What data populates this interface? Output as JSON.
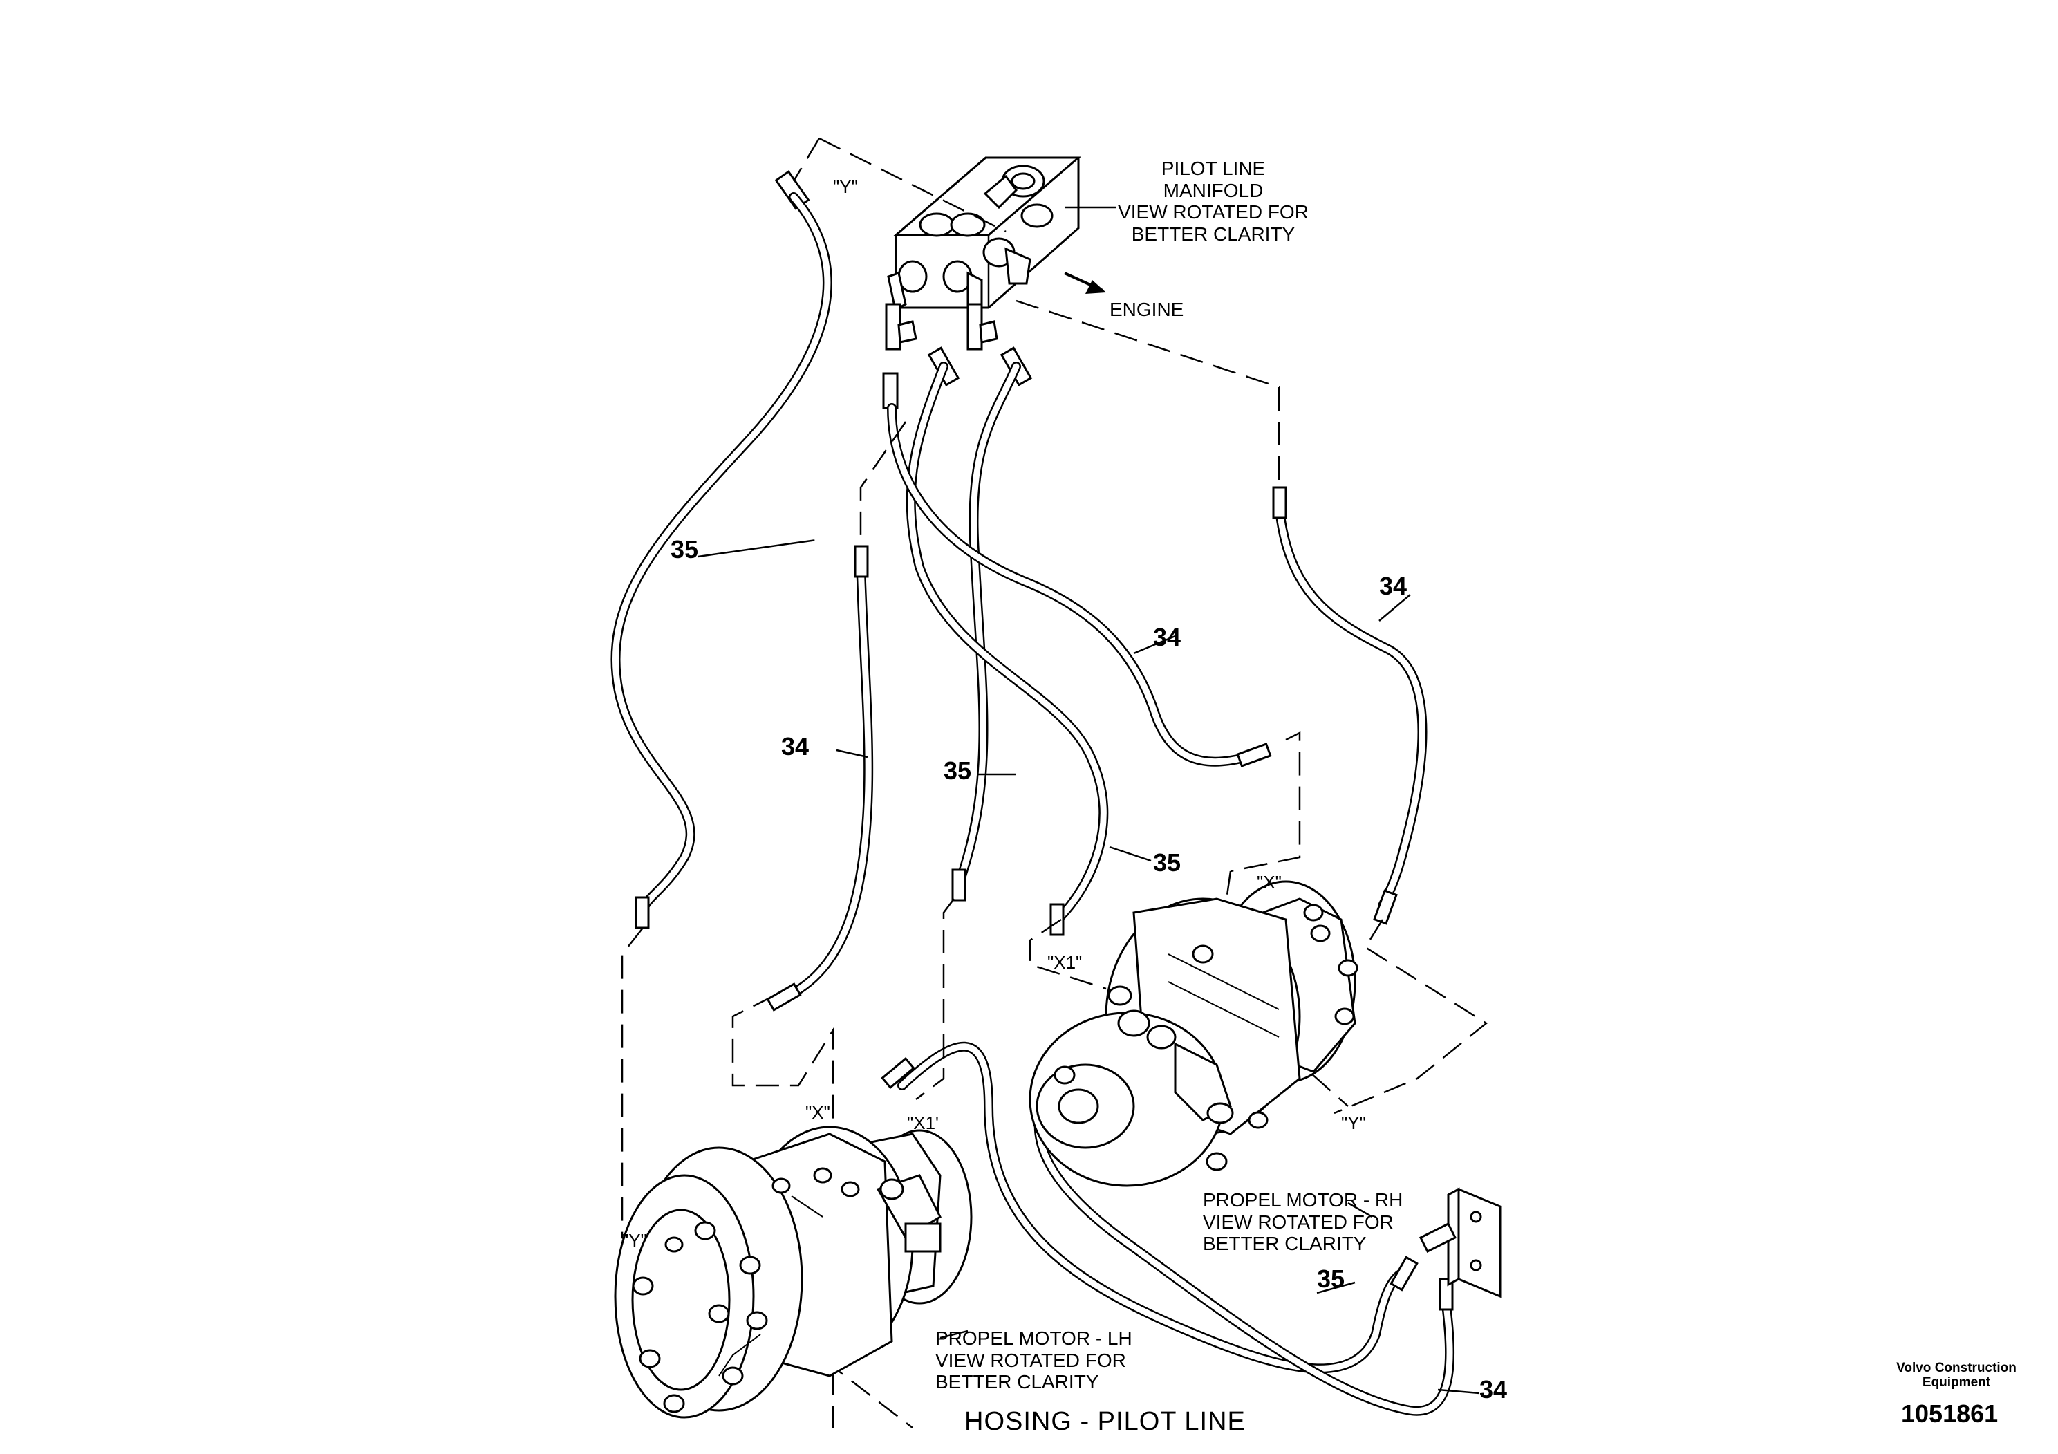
{
  "labels": {
    "manifold_note": "PILOT LINE\nMANIFOLD\nVIEW ROTATED FOR\nBETTER CLARITY",
    "engine": "ENGINE",
    "port_y_top": "\"Y\"",
    "port_x_rh": "\"X\"",
    "port_x1_rh": "\"X1\"",
    "port_y_rh": "\"Y\"",
    "port_x_lh": "\"X\"",
    "port_x1_lh": "\"X1'",
    "port_y_lh": "\"Y\"",
    "rh_motor_note": "PROPEL MOTOR - RH\nVIEW ROTATED FOR\nBETTER CLARITY",
    "lh_motor_note": "PROPEL MOTOR - LH\nVIEW ROTATED FOR\nBETTER CLARITY",
    "drawing_title": "HOSING - PILOT LINE",
    "brand": "Volvo Construction\nEquipment",
    "part_number": "1051861"
  },
  "callouts": [
    {
      "id": "hose-35-left",
      "text": "35"
    },
    {
      "id": "hose-34-left",
      "text": "34"
    },
    {
      "id": "hose-35-mid",
      "text": "35"
    },
    {
      "id": "hose-34-mid",
      "text": "34"
    },
    {
      "id": "hose-35-center",
      "text": "35"
    },
    {
      "id": "hose-34-right",
      "text": "34"
    },
    {
      "id": "hose-35-bottom",
      "text": "35"
    },
    {
      "id": "hose-34-bottom",
      "text": "34"
    }
  ]
}
